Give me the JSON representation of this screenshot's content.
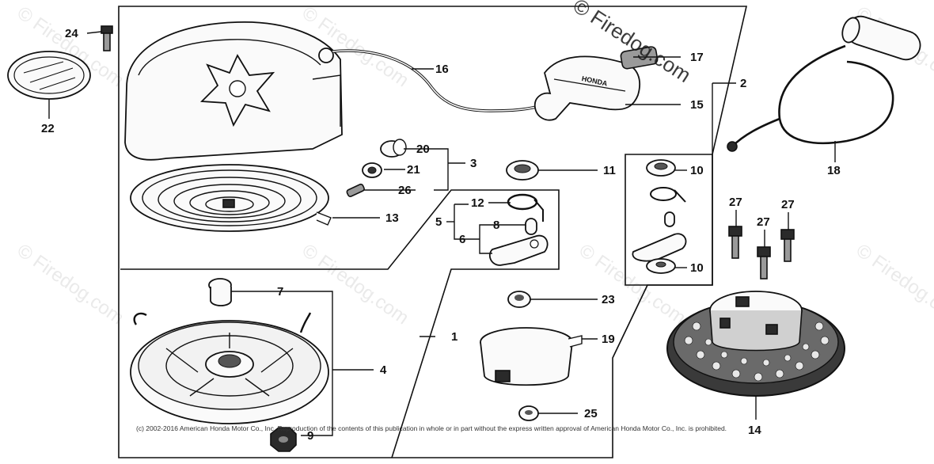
{
  "watermarks": {
    "main": "© Firedog.com",
    "tile": "© Firedog.com"
  },
  "copyright": "(c) 2002-2016 American Honda Motor Co., Inc. Reproduction of the contents of this publication in whole or in part without the express written approval of American Honda Motor Co., Inc. is prohibited.",
  "labels": {
    "l1": "1",
    "l2": "2",
    "l3": "3",
    "l4": "4",
    "l5": "5",
    "l6": "6",
    "l7": "7",
    "l8": "8",
    "l9": "9",
    "l10a": "10",
    "l10b": "10",
    "l11": "11",
    "l12": "12",
    "l13": "13",
    "l14": "14",
    "l15": "15",
    "l16": "16",
    "l17": "17",
    "l18": "18",
    "l19": "19",
    "l20": "20",
    "l21": "21",
    "l22": "22",
    "l23": "23",
    "l24": "24",
    "l25": "25",
    "l26": "26",
    "l27a": "27",
    "l27b": "27",
    "l27c": "27"
  },
  "handle_text": "HONDA"
}
